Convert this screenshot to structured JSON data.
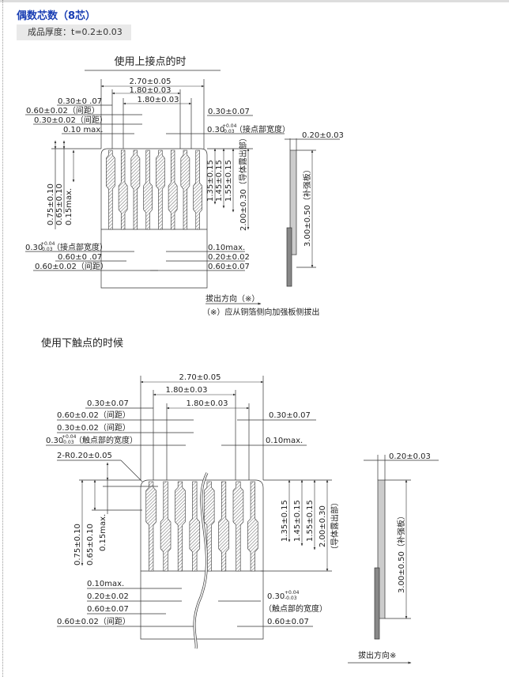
{
  "header": {
    "title": "偶数芯数（8芯）",
    "spec": "成品厚度：t=0.2±0.03"
  },
  "top_drawing": {
    "title": "使用上接点的时",
    "dims": {
      "overall": "2.70±0.05",
      "pitch_a": "1.80±0.03",
      "pitch_b": "1.80±0.03",
      "left_edge": "0.30±0 .07",
      "right_edge": "0.30±0.07",
      "pitch_gap": "0.60±0.02（间距）",
      "gap": "0.30±0.02（间距）",
      "max_010": "0.10 max.",
      "contact_width": "0.30",
      "contact_width_label": "（接点部宽度）",
      "tol_plus": "+0.04",
      "tol_minus": "-0.03",
      "thickness": "0.20±0.03",
      "v135": "1.35±0.15",
      "v145": "1.45±0.15",
      "v155": "1.55±0.15",
      "v200": "2.00±0.30（导体露出部）",
      "v300": "3.00±0.50（补强板）",
      "v075": "0.75±0.10",
      "v065": "0.65±0.10",
      "v015": "0.15max.",
      "bl_contact": "0.30",
      "bl_contact_label": "（接点部宽度）",
      "bl_060": "0.60±0 .07",
      "bl_pitch": "0.60±0.02（间距）",
      "br_010": "0.10max.",
      "br_020": "0.20±0.02",
      "br_060": "0.60±0.07"
    },
    "pull_direction": "拔出方向（※）",
    "note": "（※）应从铜箔侧向加强板侧拔出"
  },
  "bottom_drawing": {
    "title": "使用下触点的时候",
    "dims": {
      "overall": "2.70±0.05",
      "pitch_a": "1.80±0.03",
      "pitch_b": "1.80±0.03",
      "left_edge": "0.30±0.07",
      "right_edge": "0.30±0.07",
      "pitch_gap": "0.60±0.02（间距）",
      "gap": "0.30±0.02（间距）",
      "contact": "0.30",
      "contact_label": "（触点部的宽度）",
      "tol_plus": "+0.04",
      "tol_minus": "-0.03",
      "radius": "2-R0.20±0.05",
      "max_010": "0.10max.",
      "v075": "0.75±0.10",
      "v065": "0.65±0.10",
      "v015": "0.15max.",
      "v135": "1.35±0.15",
      "v145": "1.45±0.15",
      "v155": "1.55±0.15",
      "v200": "2.00±0.30",
      "v200_label": "（导体露出部）",
      "bl_010": "0.10max.",
      "bl_020": "0.20±0.02",
      "bl_060": "0.60±0.07",
      "bl_pitch": "0.60±0.02（间距）",
      "br_contact": "0.30",
      "br_contact_label": "（触点部的宽度）",
      "br_060": "0.60±0.07",
      "thickness": "0.20±0.03",
      "v300": "3.00±0.50（补强板）"
    },
    "pull_direction": "拔出方向※"
  }
}
